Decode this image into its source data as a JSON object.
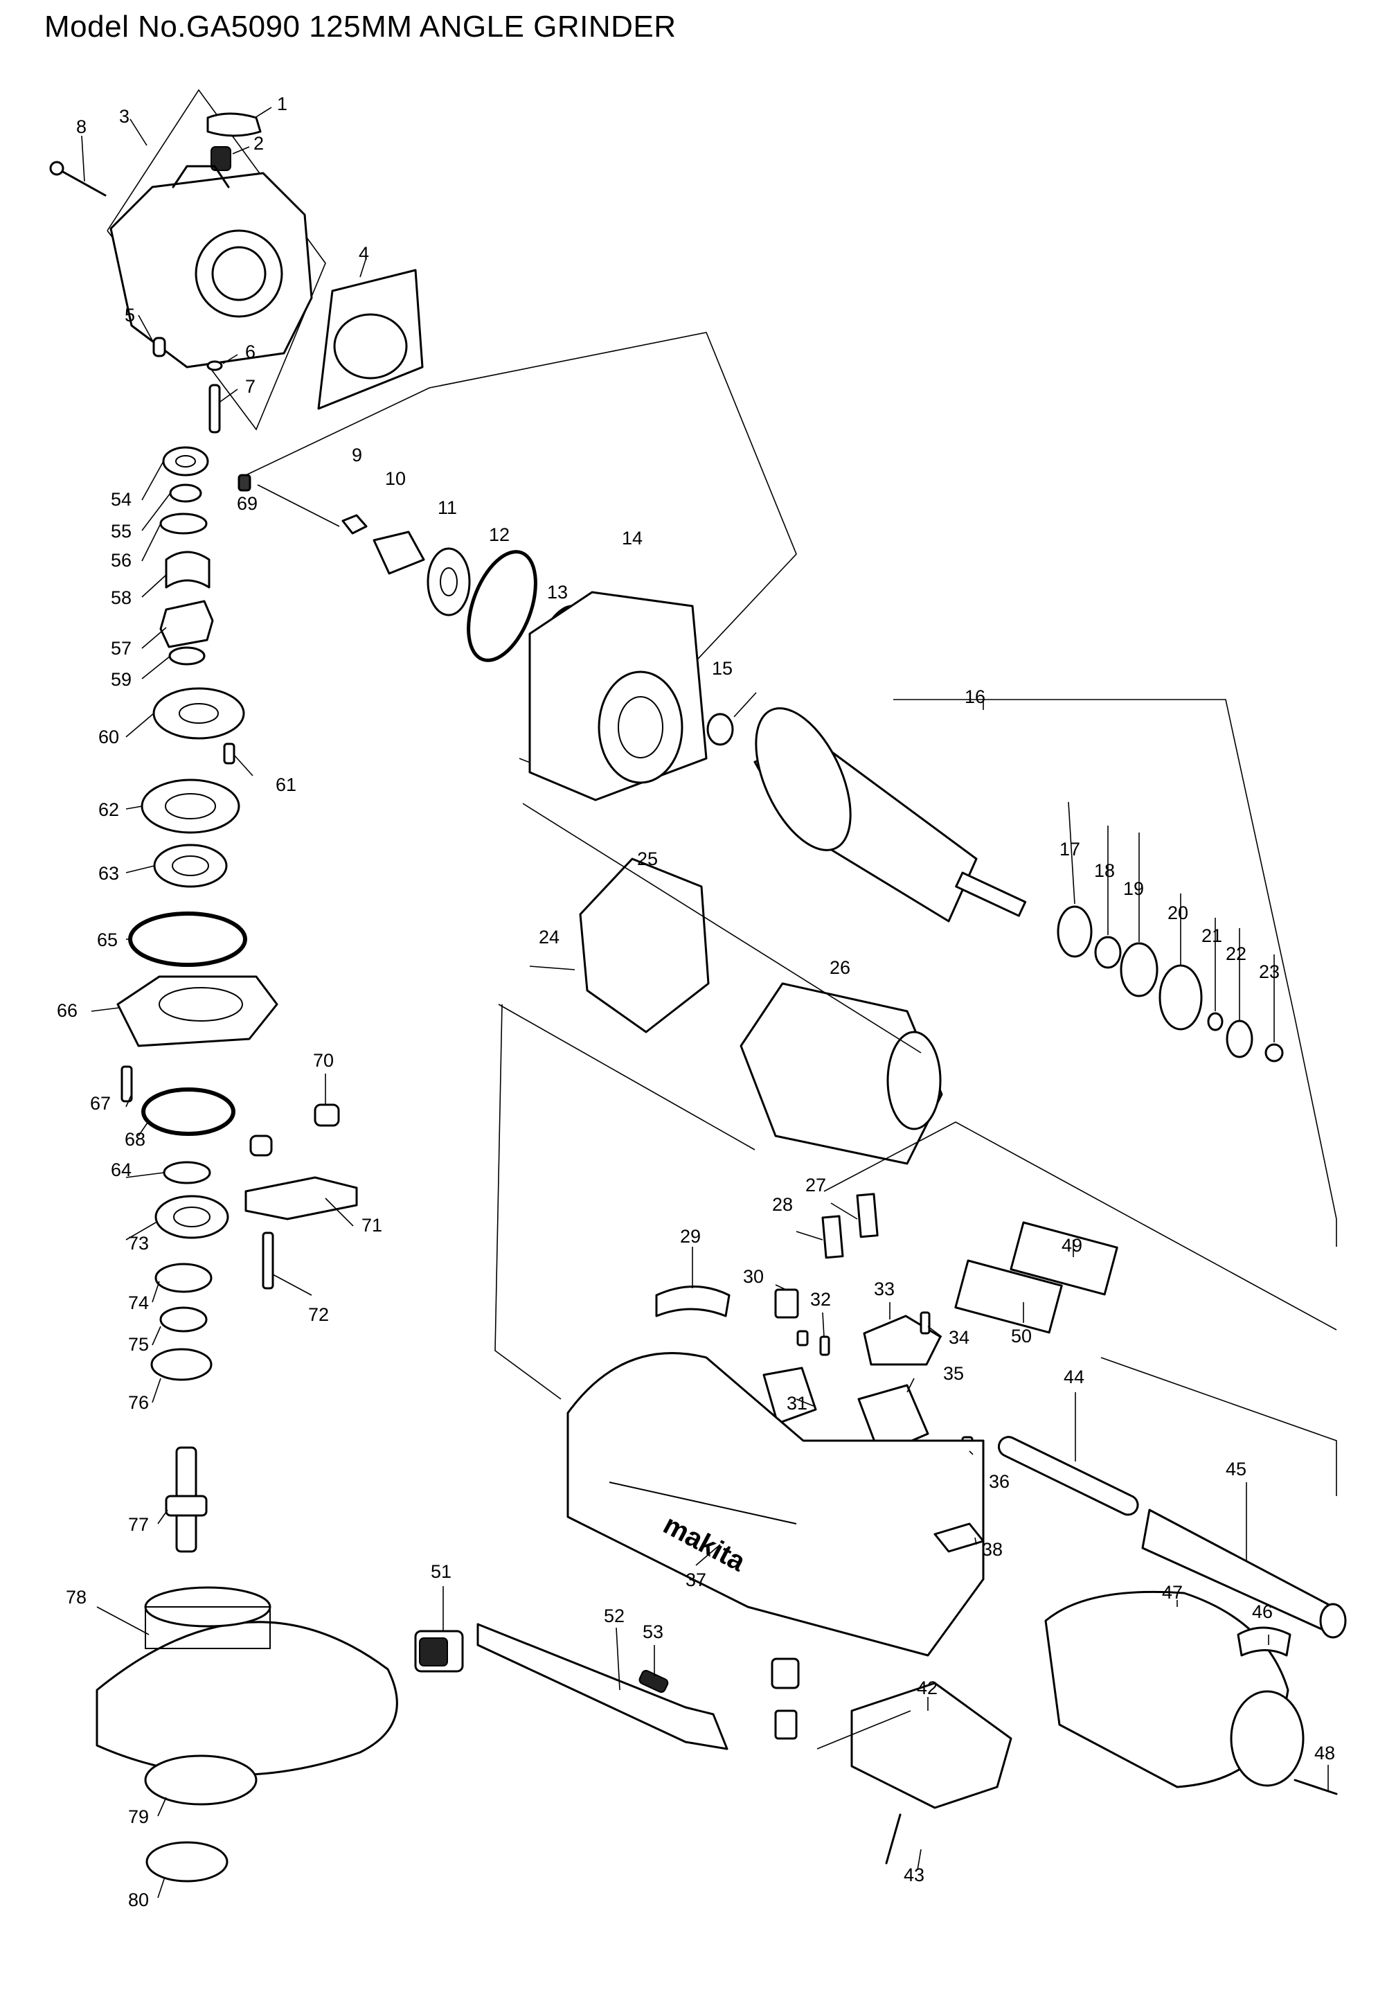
{
  "title": "Model No.GA5090 125MM ANGLE GRINDER",
  "parts": [
    {
      "no": "1"
    },
    {
      "no": "2"
    },
    {
      "no": "3"
    },
    {
      "no": "4"
    },
    {
      "no": "5"
    },
    {
      "no": "6"
    },
    {
      "no": "7"
    },
    {
      "no": "8"
    },
    {
      "no": "9"
    },
    {
      "no": "10"
    },
    {
      "no": "11"
    },
    {
      "no": "12"
    },
    {
      "no": "13"
    },
    {
      "no": "14"
    },
    {
      "no": "15"
    },
    {
      "no": "16"
    },
    {
      "no": "17"
    },
    {
      "no": "18"
    },
    {
      "no": "19"
    },
    {
      "no": "20"
    },
    {
      "no": "21"
    },
    {
      "no": "22"
    },
    {
      "no": "23"
    },
    {
      "no": "24"
    },
    {
      "no": "25"
    },
    {
      "no": "26"
    },
    {
      "no": "27"
    },
    {
      "no": "28"
    },
    {
      "no": "29"
    },
    {
      "no": "30"
    },
    {
      "no": "31"
    },
    {
      "no": "32"
    },
    {
      "no": "33"
    },
    {
      "no": "34"
    },
    {
      "no": "35"
    },
    {
      "no": "36"
    },
    {
      "no": "37"
    },
    {
      "no": "38"
    },
    {
      "no": "42"
    },
    {
      "no": "43"
    },
    {
      "no": "44"
    },
    {
      "no": "45"
    },
    {
      "no": "46"
    },
    {
      "no": "47"
    },
    {
      "no": "48"
    },
    {
      "no": "49"
    },
    {
      "no": "50"
    },
    {
      "no": "51"
    },
    {
      "no": "52"
    },
    {
      "no": "53"
    },
    {
      "no": "54"
    },
    {
      "no": "55"
    },
    {
      "no": "56"
    },
    {
      "no": "57"
    },
    {
      "no": "58"
    },
    {
      "no": "59"
    },
    {
      "no": "60"
    },
    {
      "no": "61"
    },
    {
      "no": "62"
    },
    {
      "no": "63"
    },
    {
      "no": "64"
    },
    {
      "no": "65"
    },
    {
      "no": "66"
    },
    {
      "no": "67"
    },
    {
      "no": "68"
    },
    {
      "no": "69"
    },
    {
      "no": "70"
    },
    {
      "no": "71"
    },
    {
      "no": "72"
    },
    {
      "no": "73"
    },
    {
      "no": "74"
    },
    {
      "no": "75"
    },
    {
      "no": "76"
    },
    {
      "no": "77"
    },
    {
      "no": "78"
    },
    {
      "no": "79"
    },
    {
      "no": "80"
    }
  ],
  "brand_mark": "makita",
  "colors": {
    "line": "#000000",
    "background": "#ffffff"
  }
}
